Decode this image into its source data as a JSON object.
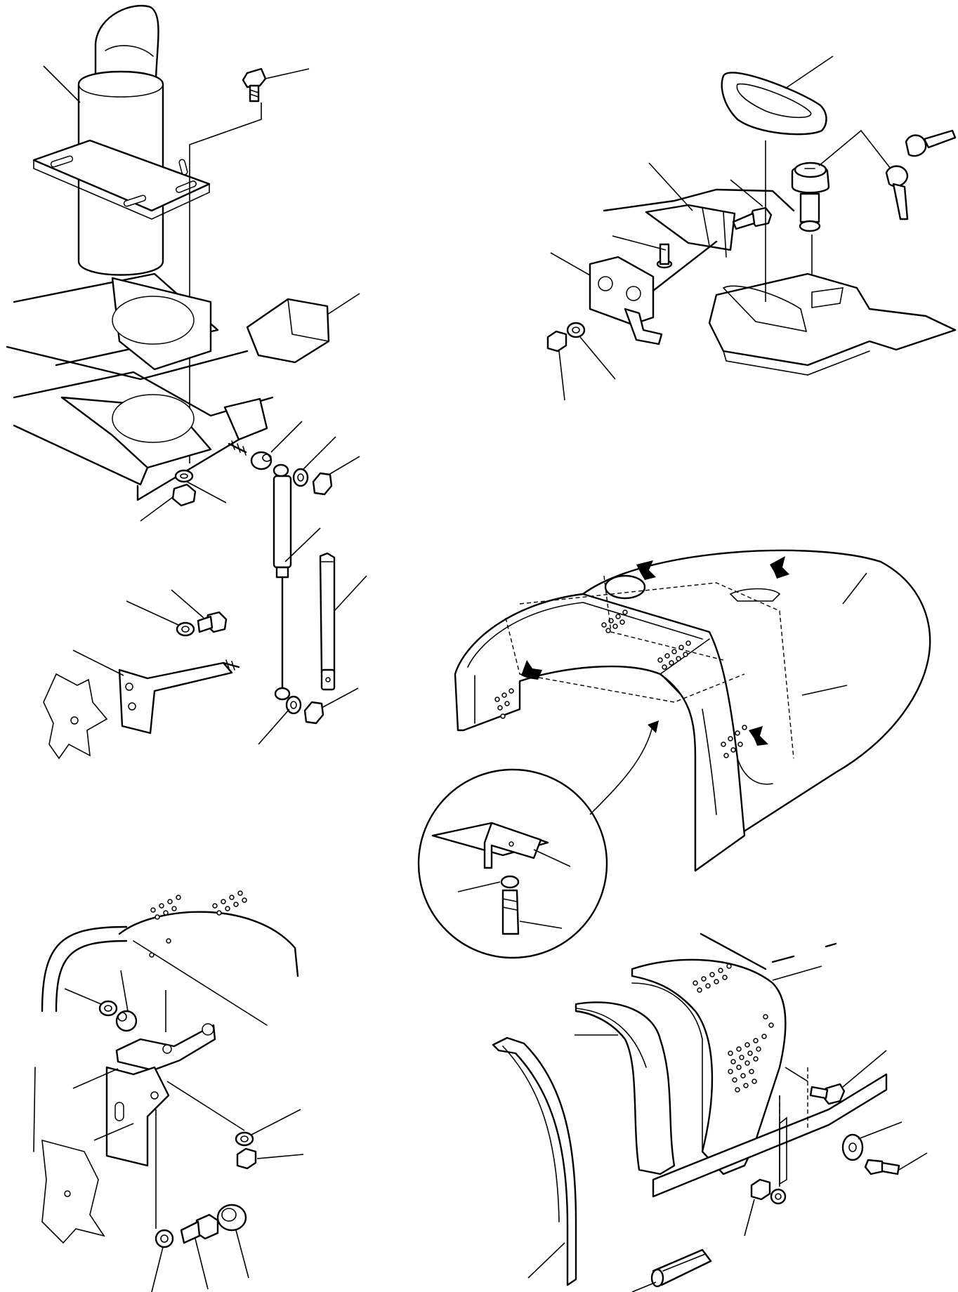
{
  "figure": {
    "colors": {
      "line": "#000000",
      "paper": "#ffffff"
    },
    "assemblies": [
      {
        "id": "exhaust-gas-spring",
        "icons": [
          "exhaust-pipe-icon",
          "gas-spring-icon",
          "stay-rod-icon",
          "bracket-icon",
          "bolt-icon",
          "nut-icon",
          "washer-icon"
        ]
      },
      {
        "id": "cover-lock",
        "icons": [
          "cover-seal-icon",
          "lock-cylinder-icon",
          "key-icon",
          "latch-icon",
          "bolt-icon",
          "nut-icon"
        ]
      },
      {
        "id": "engine-hood",
        "icons": [
          "hood-icon",
          "arrow-icon",
          "detail-circle-icon",
          "screw-icon"
        ]
      },
      {
        "id": "hinge-bracket",
        "icons": [
          "hinge-icon",
          "bushing-icon",
          "cap-icon",
          "bolt-icon",
          "washer-icon"
        ]
      },
      {
        "id": "side-cover",
        "icons": [
          "side-cover-icon",
          "weather-strip-icon",
          "cushion-icon",
          "screw-icon"
        ]
      }
    ]
  }
}
